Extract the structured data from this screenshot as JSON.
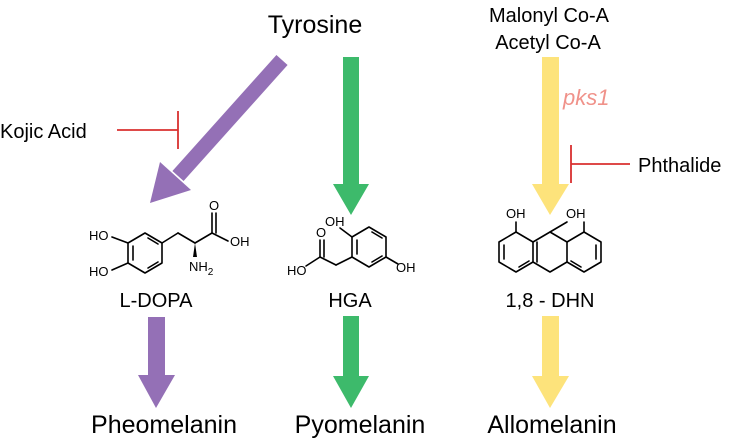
{
  "precursors": {
    "tyrosine": "Tyrosine",
    "malonyl": "Malonyl Co-A",
    "acetyl": "Acetyl Co-A"
  },
  "intermediates": {
    "ldopa": "L-DOPA",
    "hga": "HGA",
    "dhn": "1,8 - DHN"
  },
  "products": {
    "pheomelanin": "Pheomelanin",
    "pyomelanin": "Pyomelanin",
    "allomelanin": "Allomelanin"
  },
  "inhibitors": {
    "kojic": "Kojic Acid",
    "phthalide": "Phthalide"
  },
  "enzyme": "pks1",
  "atoms": {
    "ho": "HO",
    "oh": "OH",
    "o": "O",
    "nh2": "NH",
    "nh2_sub": "2"
  },
  "colors": {
    "pheomelanin_path": "#9470b6",
    "pyomelanin_path": "#3dba6b",
    "allomelanin_path": "#fde37b",
    "inhibitor": "#d9302f",
    "enzyme": "#f0928a"
  }
}
